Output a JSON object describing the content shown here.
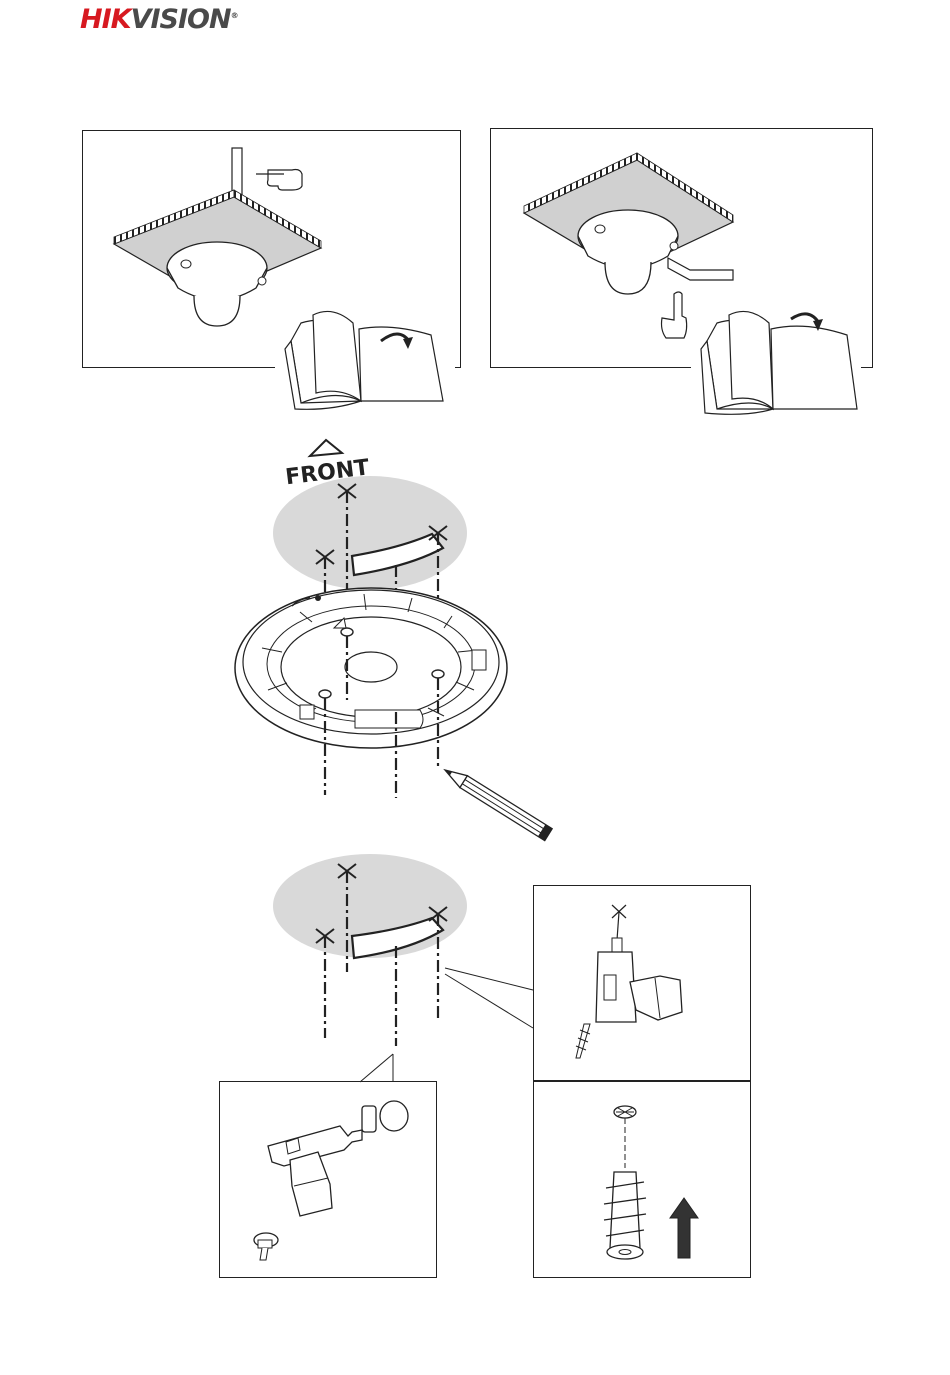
{
  "header": {
    "logo_red": "HIK",
    "logo_grey": "VISION",
    "logo_mark": "®"
  },
  "figure": {
    "front_label": "FRONT"
  },
  "colors": {
    "brand_red": "#d71920",
    "logo_grey": "#4a4a4a",
    "ceiling_grey": "#d0d0d0",
    "surface_grey": "#d9d9d9",
    "line": "#222222"
  },
  "icons": [
    "pointing-hand-icon",
    "open-manual-icon",
    "raised-finger-icon",
    "pencil-icon",
    "drill-icon",
    "screw-anchor-icon",
    "up-arrow-icon"
  ]
}
